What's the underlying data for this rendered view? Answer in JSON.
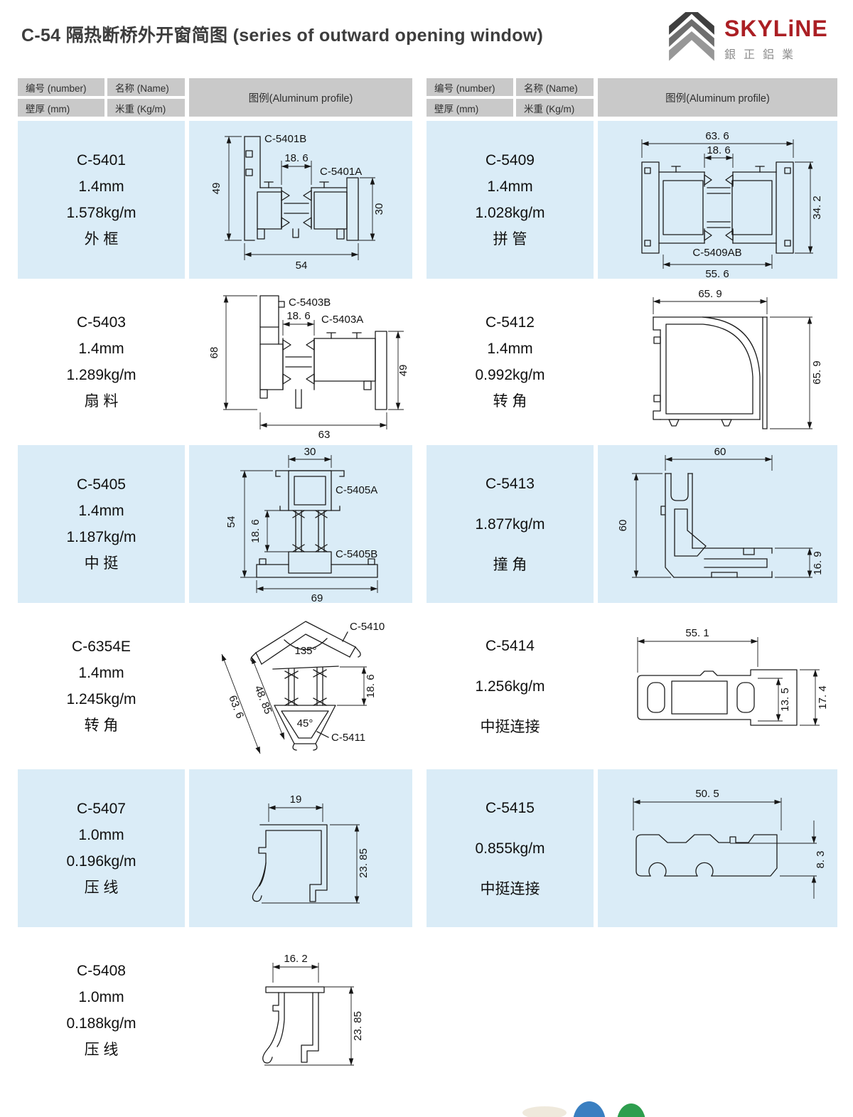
{
  "page": {
    "title": "C-54 隔热断桥外开窗简图 (series of outward opening window)"
  },
  "logo": {
    "brand": "SKYLiNE",
    "subtitle": "銀正鋁業",
    "brand_color": "#ab1f24"
  },
  "colors": {
    "row_highlight": "#daecf7",
    "header_bg": "#c9c9c9",
    "line": "#1c1c1c",
    "footer_fragment_blue": "#3a7fc1",
    "footer_fragment_green": "#2e9e4e"
  },
  "table_header": {
    "col_number": "编号 (number)",
    "col_name": "名称 (Name)",
    "col_thickness": "壁厚 (mm)",
    "col_weight": "米重 (Kg/m)",
    "col_profile": "图例(Aluminum profile)"
  },
  "rows": [
    {
      "left": {
        "number": "C-5401",
        "thickness": "1.4mm",
        "weight": "1.578kg/m",
        "name": "外 框",
        "drawing": {
          "label_b": "C-5401B",
          "label_a": "C-5401A",
          "dim_inner": "18. 6",
          "dim_left": "49",
          "dim_right": "30",
          "dim_bottom": "54"
        }
      },
      "right": {
        "number": "C-5409",
        "thickness": "1.4mm",
        "weight": "1.028kg/m",
        "name": "拼 管",
        "drawing": {
          "dim_top": "63. 6",
          "dim_inner": "18. 6",
          "dim_right": "34. 2",
          "dim_bottom": "55. 6",
          "label": "C-5409AB"
        }
      }
    },
    {
      "left": {
        "number": "C-5403",
        "thickness": "1.4mm",
        "weight": "1.289kg/m",
        "name": "扇 料",
        "drawing": {
          "label_b": "C-5403B",
          "label_a": "C-5403A",
          "dim_inner": "18. 6",
          "dim_left": "68",
          "dim_right": "49",
          "dim_bottom": "63"
        }
      },
      "right": {
        "number": "C-5412",
        "thickness": "1.4mm",
        "weight": "0.992kg/m",
        "name": "转 角",
        "drawing": {
          "dim_top": "65. 9",
          "dim_right": "65. 9"
        }
      }
    },
    {
      "left": {
        "number": "C-5405",
        "thickness": "1.4mm",
        "weight": "1.187kg/m",
        "name": "中 挺",
        "drawing": {
          "dim_top": "30",
          "dim_left": "54",
          "dim_inner": "18. 6",
          "label_a": "C-5405A",
          "label_b": "C-5405B",
          "dim_bottom": "69"
        }
      },
      "right": {
        "number": "C-5413",
        "weight": "1.877kg/m",
        "name": "撞 角",
        "drawing": {
          "dim_top": "60",
          "dim_left": "60",
          "dim_right": "16. 9"
        }
      }
    },
    {
      "left": {
        "number": "C-6354E",
        "thickness": "1.4mm",
        "weight": "1.245kg/m",
        "name": "转 角",
        "drawing": {
          "label_top": "C-5410",
          "angle_top": "135°",
          "dim_diag_outer": "63. 6",
          "dim_diag_inner": "48. 85",
          "dim_right": "18. 6",
          "angle_bottom": "45°",
          "label_bottom": "C-5411"
        }
      },
      "right": {
        "number": "C-5414",
        "weight": "1.256kg/m",
        "name": "中挺连接",
        "drawing": {
          "dim_top": "55. 1",
          "dim_inner": "13. 5",
          "dim_outer": "17. 4"
        }
      }
    },
    {
      "left": {
        "number": "C-5407",
        "thickness": "1.0mm",
        "weight": "0.196kg/m",
        "name": "压 线",
        "drawing": {
          "dim_top": "19",
          "dim_right": "23. 85"
        }
      },
      "right": {
        "number": "C-5415",
        "weight": "0.855kg/m",
        "name": "中挺连接",
        "drawing": {
          "dim_top": "50. 5",
          "dim_right": "8. 3"
        }
      }
    },
    {
      "left": {
        "number": "C-5408",
        "thickness": "1.0mm",
        "weight": "0.188kg/m",
        "name": "压 线",
        "drawing": {
          "dim_top": "16. 2",
          "dim_right": "23. 85"
        }
      }
    }
  ]
}
